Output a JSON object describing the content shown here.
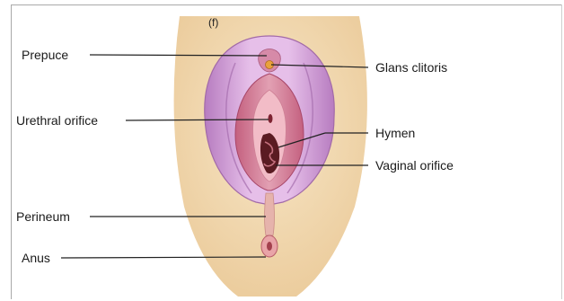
{
  "figure": {
    "panel_letter": "(f)",
    "labels": {
      "prepuce": "Prepuce",
      "glans_clitoris": "Glans clitoris",
      "urethral_orifice": "Urethral orifice",
      "hymen": "Hymen",
      "vaginal_orifice": "Vaginal orifice",
      "perineum": "Perineum",
      "anus": "Anus"
    }
  },
  "colors": {
    "skin": "#f3ddb8",
    "outer_labia": "#c98fcc",
    "outer_labia_highlight": "#e7c2ea",
    "inner_labia": "#d47a9a",
    "vestibule": "#f0b7c3",
    "orifice": "#5a1b22",
    "leader_line": "#222222"
  }
}
